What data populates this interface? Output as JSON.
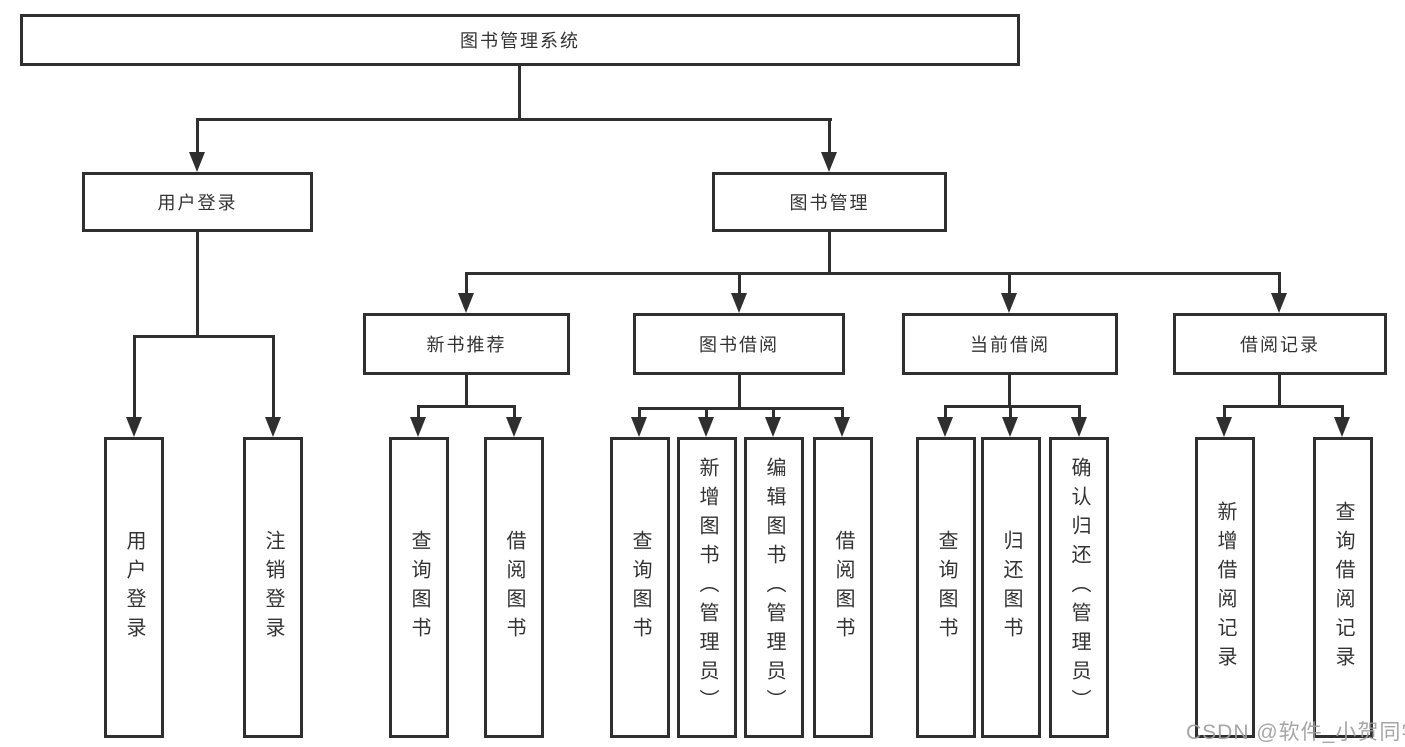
{
  "diagram": {
    "type": "tree-structure-chart",
    "title": "图书管理系统",
    "colors": {
      "line": "#2f2f2f",
      "box_border": "#2f2f2f",
      "text": "#333333",
      "background": "#ffffff",
      "watermark": "#9e9e9e"
    }
  },
  "nodes": {
    "root": {
      "label": "图书管理系统"
    },
    "l2": [
      {
        "id": "user-login",
        "label": "用户登录"
      },
      {
        "id": "book-management",
        "label": "图书管理"
      }
    ],
    "l3": [
      {
        "id": "new-book-recommend",
        "label": "新书推荐",
        "parent": "图书管理"
      },
      {
        "id": "book-borrowing",
        "label": "图书借阅",
        "parent": "图书管理"
      },
      {
        "id": "current-borrowing",
        "label": "当前借阅",
        "parent": "图书管理"
      },
      {
        "id": "borrowing-records",
        "label": "借阅记录",
        "parent": "图书管理"
      }
    ],
    "leaves": [
      {
        "parent": "用户登录",
        "label": "用户登录"
      },
      {
        "parent": "用户登录",
        "label": "注销登录"
      },
      {
        "parent": "新书推荐",
        "label": "查询图书"
      },
      {
        "parent": "新书推荐",
        "label": "借阅图书"
      },
      {
        "parent": "图书借阅",
        "label": "查询图书"
      },
      {
        "parent": "图书借阅",
        "label": "新增图书（管理员）"
      },
      {
        "parent": "图书借阅",
        "label": "编辑图书（管理员）"
      },
      {
        "parent": "图书借阅",
        "label": "借阅图书"
      },
      {
        "parent": "当前借阅",
        "label": "查询图书"
      },
      {
        "parent": "当前借阅",
        "label": "归还图书"
      },
      {
        "parent": "当前借阅",
        "label": "确认归还（管理员）"
      },
      {
        "parent": "借阅记录",
        "label": "新增借阅记录"
      },
      {
        "parent": "借阅记录",
        "label": "查询借阅记录"
      }
    ]
  },
  "watermark": {
    "text": "CSDN @软件_小贺同学"
  }
}
